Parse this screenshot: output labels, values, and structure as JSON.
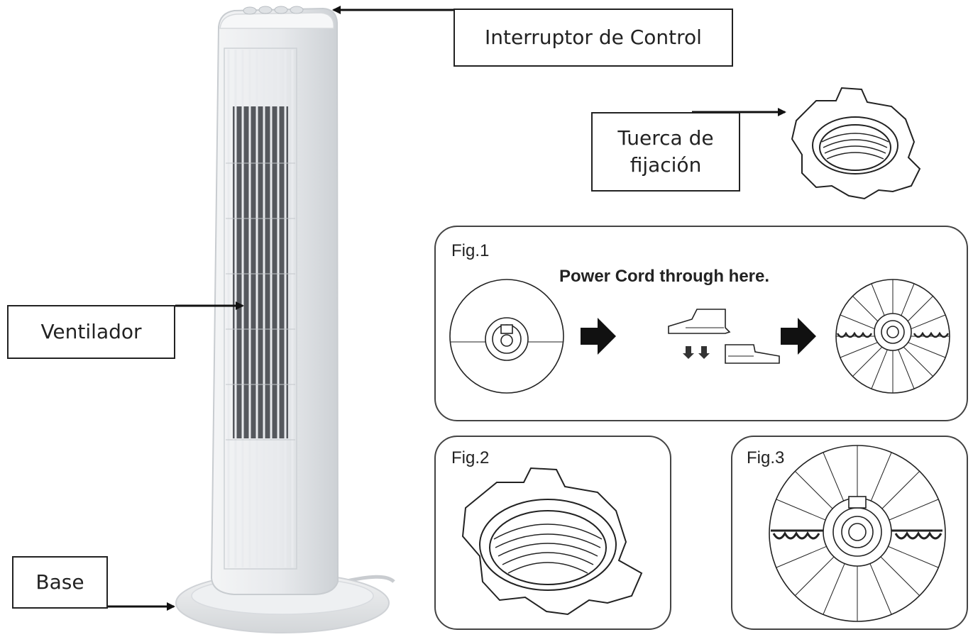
{
  "labels": {
    "control": "Interruptor de Control",
    "tuerca_line1": "Tuerca de",
    "tuerca_line2": "fijación",
    "ventilador": "Ventilador",
    "base": "Base"
  },
  "figures": {
    "fig1": {
      "title": "Fig.1",
      "note": "Power Cord through here."
    },
    "fig2": {
      "title": "Fig.2"
    },
    "fig3": {
      "title": "Fig.3"
    }
  },
  "colors": {
    "fan_body": "#eceef0",
    "fan_shadow": "#cfd3d7",
    "grille_dark": "#4a4d52",
    "line": "#1a1a1a"
  }
}
